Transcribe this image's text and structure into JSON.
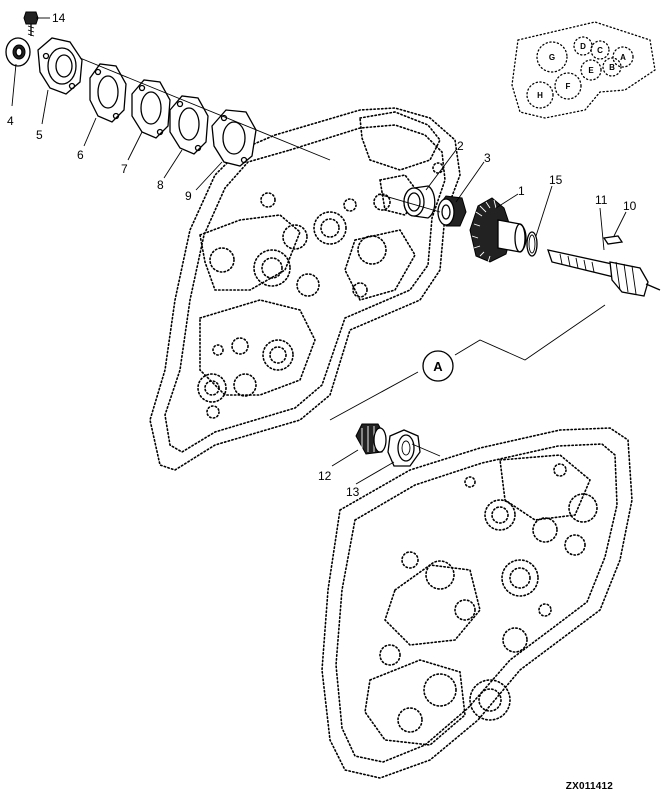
{
  "callouts": {
    "c1": "1",
    "c2": "2",
    "c3": "3",
    "c4": "4",
    "c5": "5",
    "c6": "6",
    "c7": "7",
    "c8": "8",
    "c9": "9",
    "c10": "10",
    "c11": "11",
    "c12": "12",
    "c13": "13",
    "c14": "14",
    "c15": "15"
  },
  "detail_ref": "A",
  "locator_labels": {
    "A": "A",
    "B": "B",
    "C": "C",
    "D": "D",
    "E": "E",
    "F": "F",
    "G": "G",
    "H": "H"
  },
  "figure_id": "ZX011412"
}
